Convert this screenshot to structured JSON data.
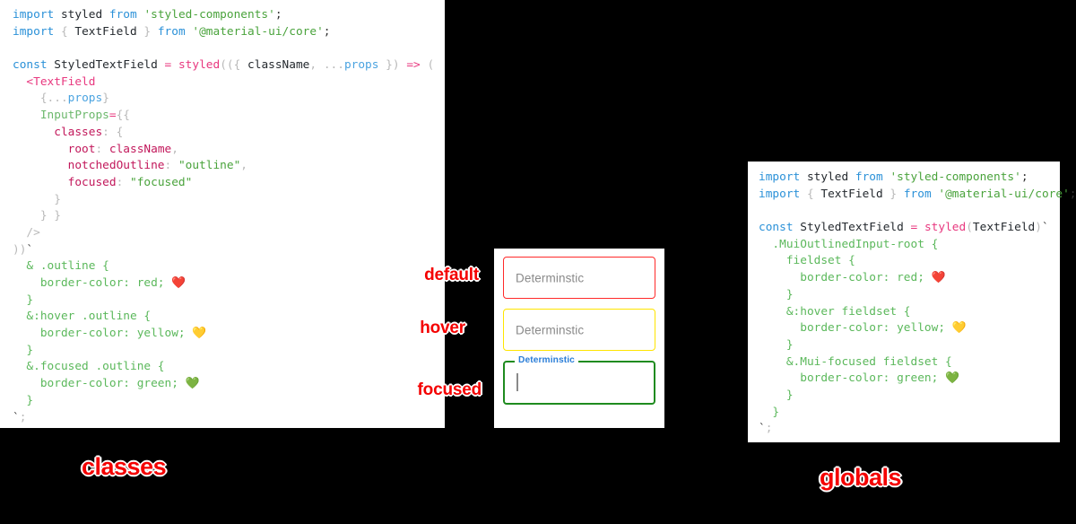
{
  "panels": {
    "classes": {
      "title": "classes",
      "code_lines": [
        [
          [
            "import ",
            "kw"
          ],
          [
            "styled",
            "id"
          ],
          [
            " ",
            "plain"
          ],
          [
            "from",
            "kw"
          ],
          [
            " ",
            "plain"
          ],
          [
            "'styled-components'",
            "str"
          ],
          [
            ";",
            "plain"
          ]
        ],
        [
          [
            "import ",
            "kw"
          ],
          [
            "{",
            "punc"
          ],
          [
            " TextField ",
            "id"
          ],
          [
            "}",
            "punc"
          ],
          [
            " ",
            "plain"
          ],
          [
            "from",
            "kw"
          ],
          [
            " ",
            "plain"
          ],
          [
            "'@material-ui/core'",
            "str"
          ],
          [
            ";",
            "plain"
          ]
        ],
        [
          [
            "",
            "plain"
          ]
        ],
        [
          [
            "const",
            "kw"
          ],
          [
            " StyledTextField ",
            "id"
          ],
          [
            "=",
            "op"
          ],
          [
            " ",
            "plain"
          ],
          [
            "styled",
            "fn"
          ],
          [
            "((",
            "punc"
          ],
          [
            "{ ",
            "punc"
          ],
          [
            "className",
            "id"
          ],
          [
            ",",
            "punc"
          ],
          [
            " ",
            "plain"
          ],
          [
            "...",
            "punc"
          ],
          [
            "props",
            "var"
          ],
          [
            " }",
            "punc"
          ],
          [
            ") ",
            "punc"
          ],
          [
            "=>",
            "op"
          ],
          [
            " (",
            "punc"
          ]
        ],
        [
          [
            "  ",
            "plain"
          ],
          [
            "<TextField",
            "tag"
          ]
        ],
        [
          [
            "    ",
            "plain"
          ],
          [
            "{",
            "punc"
          ],
          [
            "...",
            "punc"
          ],
          [
            "props",
            "var"
          ],
          [
            "}",
            "punc"
          ]
        ],
        [
          [
            "    ",
            "plain"
          ],
          [
            "InputProps",
            "attr"
          ],
          [
            "=",
            "op"
          ],
          [
            "{{",
            "punc"
          ]
        ],
        [
          [
            "      ",
            "plain"
          ],
          [
            "classes",
            "key"
          ],
          [
            ": ",
            "punc"
          ],
          [
            "{",
            "punc"
          ]
        ],
        [
          [
            "        ",
            "plain"
          ],
          [
            "root",
            "key"
          ],
          [
            ": ",
            "punc"
          ],
          [
            "className",
            "key"
          ],
          [
            ",",
            "punc"
          ]
        ],
        [
          [
            "        ",
            "plain"
          ],
          [
            "notchedOutline",
            "key"
          ],
          [
            ": ",
            "punc"
          ],
          [
            "\"outline\"",
            "str"
          ],
          [
            ",",
            "punc"
          ]
        ],
        [
          [
            "        ",
            "plain"
          ],
          [
            "focused",
            "key"
          ],
          [
            ": ",
            "punc"
          ],
          [
            "\"focused\"",
            "str"
          ]
        ],
        [
          [
            "      ",
            "plain"
          ],
          [
            "}",
            "punc"
          ]
        ],
        [
          [
            "    ",
            "plain"
          ],
          [
            "} }",
            "punc"
          ]
        ],
        [
          [
            "  ",
            "plain"
          ],
          [
            "/>",
            "punc"
          ]
        ],
        [
          [
            "))",
            "punc"
          ],
          [
            "`",
            "plain"
          ]
        ],
        [
          [
            "  ",
            "plain"
          ],
          [
            "& .outline {",
            "sel"
          ]
        ],
        [
          [
            "    ",
            "plain"
          ],
          [
            "border-color: red; ",
            "sel"
          ],
          [
            "❤️",
            "emoji"
          ]
        ],
        [
          [
            "  ",
            "plain"
          ],
          [
            "}",
            "sel"
          ]
        ],
        [
          [
            "  ",
            "plain"
          ],
          [
            "&:hover .outline {",
            "sel"
          ]
        ],
        [
          [
            "    ",
            "plain"
          ],
          [
            "border-color: yellow; ",
            "sel"
          ],
          [
            "💛",
            "emoji"
          ]
        ],
        [
          [
            "  ",
            "plain"
          ],
          [
            "}",
            "sel"
          ]
        ],
        [
          [
            "  ",
            "plain"
          ],
          [
            "&.focused .outline {",
            "sel"
          ]
        ],
        [
          [
            "    ",
            "plain"
          ],
          [
            "border-color: green; ",
            "sel"
          ],
          [
            "💚",
            "emoji"
          ]
        ],
        [
          [
            "  ",
            "plain"
          ],
          [
            "}",
            "sel"
          ]
        ],
        [
          [
            "`",
            "plain"
          ],
          [
            ";",
            "punc"
          ]
        ]
      ]
    },
    "globals": {
      "title": "globals",
      "code_lines": [
        [
          [
            "import ",
            "kw"
          ],
          [
            "styled",
            "id"
          ],
          [
            " ",
            "plain"
          ],
          [
            "from",
            "kw"
          ],
          [
            " ",
            "plain"
          ],
          [
            "'styled-components'",
            "str"
          ],
          [
            ";",
            "plain"
          ]
        ],
        [
          [
            "import ",
            "kw"
          ],
          [
            "{",
            "punc"
          ],
          [
            " TextField ",
            "id"
          ],
          [
            "}",
            "punc"
          ],
          [
            " ",
            "plain"
          ],
          [
            "from",
            "kw"
          ],
          [
            " ",
            "plain"
          ],
          [
            "'@material-ui/core'",
            "str"
          ],
          [
            ";",
            "plain"
          ]
        ],
        [
          [
            "",
            "plain"
          ]
        ],
        [
          [
            "const",
            "kw"
          ],
          [
            " StyledTextField ",
            "id"
          ],
          [
            "=",
            "op"
          ],
          [
            " ",
            "plain"
          ],
          [
            "styled",
            "fn"
          ],
          [
            "(",
            "punc"
          ],
          [
            "TextField",
            "id"
          ],
          [
            ")",
            "punc"
          ],
          [
            "`",
            "plain"
          ]
        ],
        [
          [
            "  ",
            "plain"
          ],
          [
            ".MuiOutlinedInput-root {",
            "sel"
          ]
        ],
        [
          [
            "    ",
            "plain"
          ],
          [
            "fieldset {",
            "sel"
          ]
        ],
        [
          [
            "      ",
            "plain"
          ],
          [
            "border-color: red; ",
            "sel"
          ],
          [
            "❤️",
            "emoji"
          ]
        ],
        [
          [
            "    ",
            "plain"
          ],
          [
            "}",
            "sel"
          ]
        ],
        [
          [
            "    ",
            "plain"
          ],
          [
            "&:hover fieldset {",
            "sel"
          ]
        ],
        [
          [
            "      ",
            "plain"
          ],
          [
            "border-color: yellow; ",
            "sel"
          ],
          [
            "💛",
            "emoji"
          ]
        ],
        [
          [
            "    ",
            "plain"
          ],
          [
            "}",
            "sel"
          ]
        ],
        [
          [
            "    ",
            "plain"
          ],
          [
            "&.Mui-focused fieldset {",
            "sel"
          ]
        ],
        [
          [
            "      ",
            "plain"
          ],
          [
            "border-color: green; ",
            "sel"
          ],
          [
            "💚",
            "emoji"
          ]
        ],
        [
          [
            "    ",
            "plain"
          ],
          [
            "}",
            "sel"
          ]
        ],
        [
          [
            "  ",
            "plain"
          ],
          [
            "}",
            "sel"
          ]
        ],
        [
          [
            "`",
            "plain"
          ],
          [
            ";",
            "punc"
          ]
        ]
      ]
    }
  },
  "preview": {
    "fields": [
      {
        "state": "default",
        "label": "Determinstic",
        "border_color": "#ff2a2a",
        "has_notch": false,
        "has_caret": false
      },
      {
        "state": "hover",
        "label": "Determinstic",
        "border_color": "#ffe500",
        "has_notch": false,
        "has_caret": false
      },
      {
        "state": "focused",
        "label": "Determinstic",
        "border_color": "#1f8b1f",
        "has_notch": true,
        "has_caret": true
      }
    ]
  },
  "annotations": {
    "default": "default",
    "hover": "hover",
    "focused": "focused",
    "classes": "classes",
    "globals": "globals",
    "accent_color": "#f40000"
  }
}
